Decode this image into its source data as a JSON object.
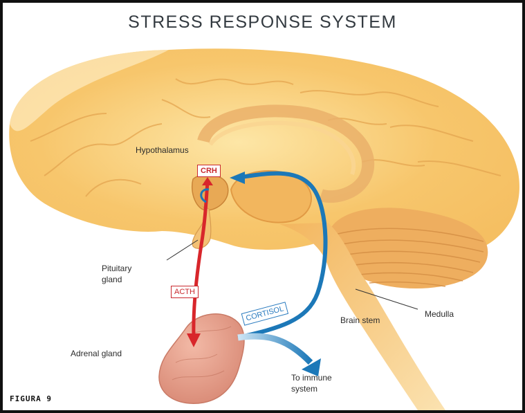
{
  "title": "STRESS RESPONSE SYSTEM",
  "labels": {
    "hypothalamus": "Hypothalamus",
    "crh": "CRH",
    "pituitary_line1": "Pituitary",
    "pituitary_line2": "gland",
    "acth": "ACTH",
    "cortisol": "CORTISOL",
    "adrenal": "Adrenal gland",
    "immune_line1": "To immune",
    "immune_line2": "system",
    "brain_stem": "Brain stem",
    "medulla": "Medulla"
  },
  "figure_label": "FIGURA 9",
  "colors": {
    "brain": "#f7c56a",
    "brain_shadow": "#e9a843",
    "cerebellum": "#e6a454",
    "adrenal": "#e49a86",
    "red_arrow": "#d8262b",
    "blue_arrow": "#1c78b8",
    "box_red": "#c8282d",
    "box_blue": "#2a7bbf"
  }
}
